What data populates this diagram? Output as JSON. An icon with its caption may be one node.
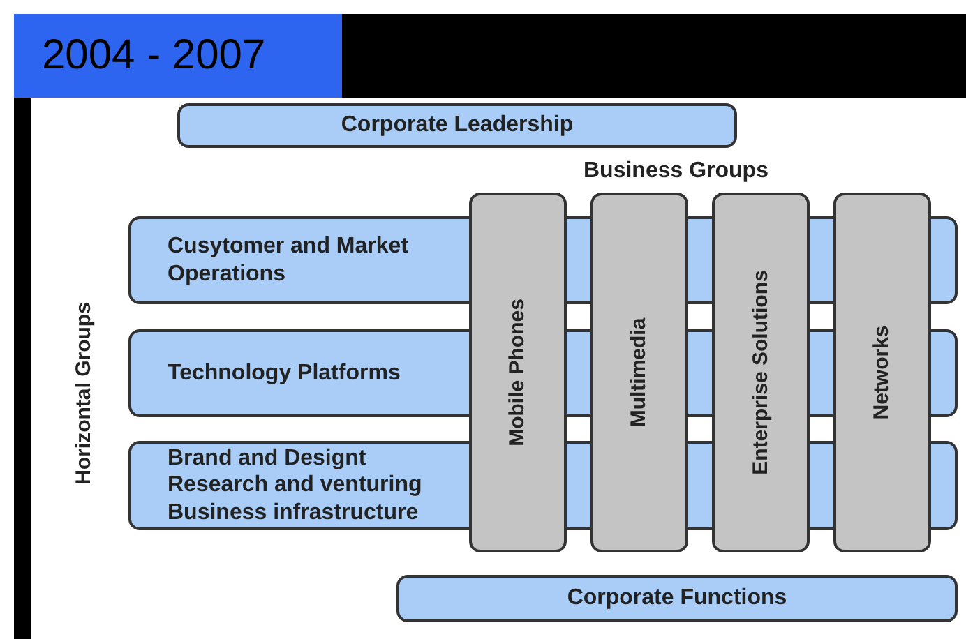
{
  "diagram": {
    "title": "2004 - 2007",
    "nodes": [
      {
        "text": [
          "Corporate Leadership"
        ]
      },
      {
        "text": [
          "Cusytomer and Market Operations"
        ]
      },
      {
        "text": [
          "Technology Platforms"
        ]
      },
      {
        "text": [
          "Brand and Designt",
          "Research and venturing",
          "Business infrastructure"
        ]
      },
      {
        "text": [
          "Mobile Phones"
        ]
      },
      {
        "text": [
          "Multimedia"
        ]
      },
      {
        "text": [
          "Enterprise Solutions"
        ]
      },
      {
        "text": [
          "Networks"
        ]
      },
      {
        "text": [
          "Corporate Functions"
        ]
      }
    ],
    "edges": [],
    "labels": [
      "Business Groups",
      "Horizontal Groups"
    ]
  }
}
